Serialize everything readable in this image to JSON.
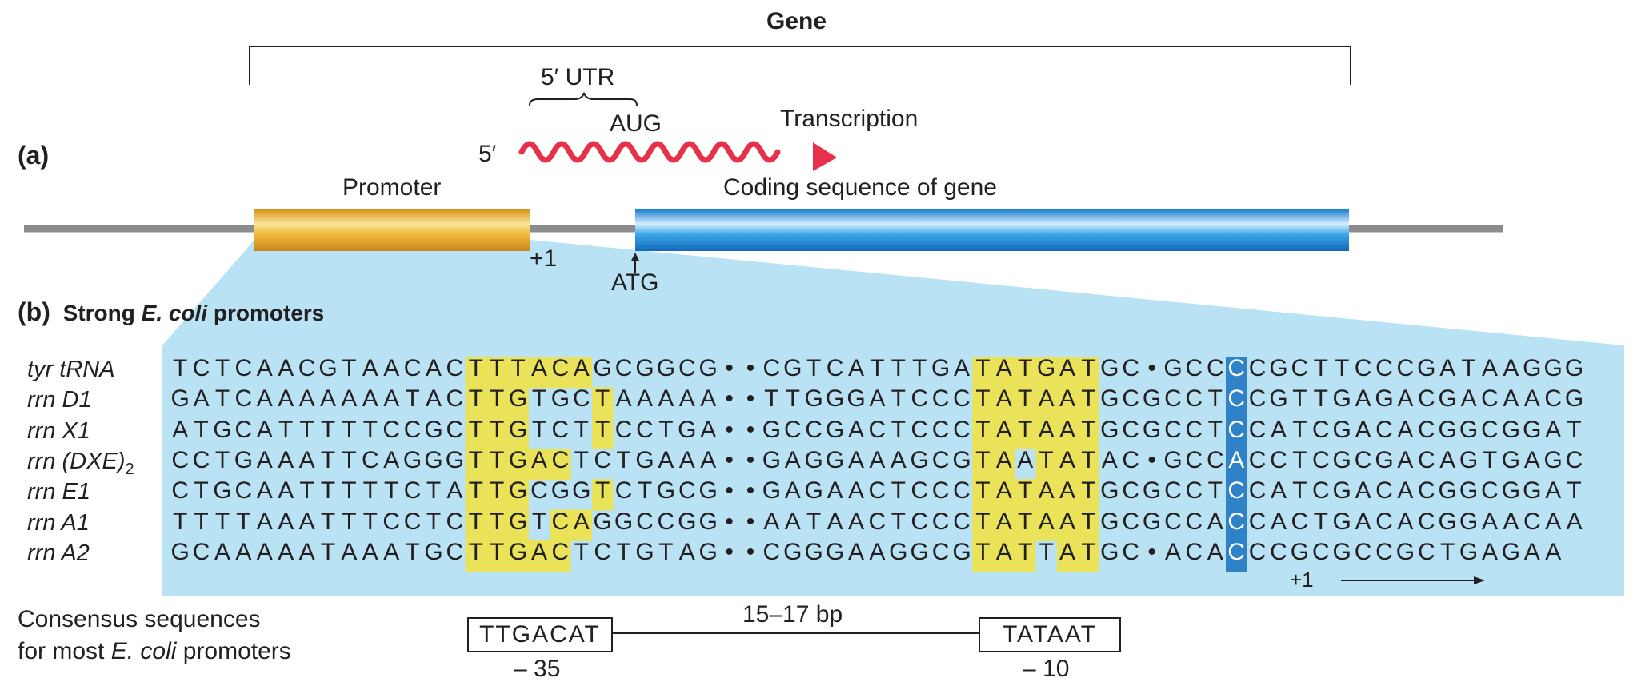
{
  "gene_label": "Gene",
  "panel_a": "(a)",
  "utr_label": "5′ UTR",
  "aug_label": "AUG",
  "five_prime": "5′",
  "transcription_label": "Transcription",
  "promoter_label": "Promoter",
  "coding_label": "Coding sequence of gene",
  "plus1_label": "+1",
  "atg_label": "ATG",
  "panel_b": "(b)",
  "panel_b_title_pre": "Strong ",
  "panel_b_title_italic": "E. coli",
  "panel_b_title_post": " promoters",
  "rows": [
    {
      "name": "tyr tRNA",
      "sub": "",
      "seq": "TCTCAACGTAACACTTTACAGCGGCG••CGTCATTTGATATGATGC•GCCCCGCTTCCCGATAAGGG"
    },
    {
      "name": "rrn D1",
      "sub": "",
      "seq": "GATCAAAAAAATACTTGTGCTAAAAA••TTGGGATCCCTATAATGCGCCTCCGTTGAGACGACAACG"
    },
    {
      "name": "rrn X1",
      "sub": "",
      "seq": "ATGCATTTTTCCGCTTGTCTTCCTGA••GCCGACTCCCTATAATGCGCCTCCATCGACACGGCGGAT"
    },
    {
      "name": "rrn (DXE)",
      "sub": "2",
      "seq": "CCTGAAATTCAGGGTTGACTCTGAAA••GAGGAAAGCGTAATATAC•GCCACCTCGCGACAGTGAGC"
    },
    {
      "name": "rrn E1",
      "sub": "",
      "seq": "CTGCAATTTTTCTATTGCGGTCTGCG••GAGAACTCCCTATAATGCGCCTCCATCGACACGGCGGAT"
    },
    {
      "name": "rrn A1",
      "sub": "",
      "seq": "TTTTAAATTTCCTCTTGTCAGGCCGG••AATAACTCCCTATAATGCGCCACCACTGACACGGAACAA"
    },
    {
      "name": "rrn A2",
      "sub": "",
      "seq": "GCAAAAATAAATGCTTGACTCTGTAG••CGGGAAGGCGTATTATGC•ACACCCGCGCCGCTGAGAA"
    }
  ],
  "plus1_b_label": "+1",
  "consensus_line1": "Consensus sequences",
  "consensus_line2_pre": "for most ",
  "consensus_line2_italic": "E. coli",
  "consensus_line2_post": " promoters",
  "box35": "TTGACAT",
  "box10": "TATAAT",
  "spacer_label": "15–17 bp",
  "label35": "– 35",
  "label10": "– 10",
  "colors": {
    "promoter": "#e8a818",
    "coding": "#1e90d8",
    "panel_bg": "#b9e3f5",
    "highlight": "#eae35a",
    "start_highlight": "#2f82c8",
    "mrna": "#e8304a",
    "backbone": "#8c8c8c"
  }
}
